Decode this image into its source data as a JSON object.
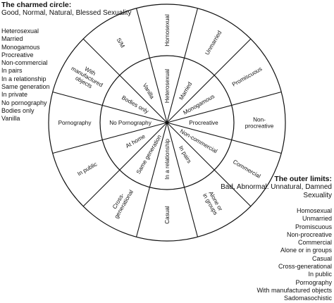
{
  "charmed_circle": {
    "heading": "The charmed circle:",
    "subheading": "Good, Normal, Natural, Blessed Sexuality",
    "items": [
      "Heterosexual",
      "Married",
      "Monogamous",
      "Procreative",
      "Non-commercial",
      "In pairs",
      "In a relationship",
      "Same generation",
      "In private",
      "No pornography",
      "Bodies only",
      "Vanilla"
    ]
  },
  "outer_limits": {
    "heading": "The outer limits:",
    "subheading": "Bad, Abnormal. Unnatural, Damned Sexuality",
    "items": [
      "Homosexual",
      "Unmarried",
      "Promiscuous",
      "Non-procreative",
      "Commercial",
      "Alone or in groups",
      "Casual",
      "Cross-generational",
      "In public",
      "Pornography",
      "With manufactured objects",
      "Sadomasochistic"
    ]
  },
  "wheel": {
    "stroke_color": "#111111",
    "segments": [
      {
        "inner": "Heterosexual",
        "outer": "Homosexual"
      },
      {
        "inner": "Married",
        "outer": "Unmarried"
      },
      {
        "inner": "Monogamous",
        "outer": "Promiscuous"
      },
      {
        "inner": "Procreative",
        "outer": "Non-\nprocreative"
      },
      {
        "inner": "Non-commercial",
        "outer": "Commercial"
      },
      {
        "inner": "In pairs",
        "outer": "Alone or\nin groups"
      },
      {
        "inner": "In a relationship",
        "outer": "Casual"
      },
      {
        "inner": "Same generation",
        "outer": "Cross-\ngenerational"
      },
      {
        "inner": "At home",
        "outer": "In public"
      },
      {
        "inner": "No Pornography",
        "outer": "Pornography"
      },
      {
        "inner": "Bodies only",
        "outer": "With\nmanufactured\nobjects"
      },
      {
        "inner": "Vanilla",
        "outer": "S/M"
      }
    ]
  }
}
